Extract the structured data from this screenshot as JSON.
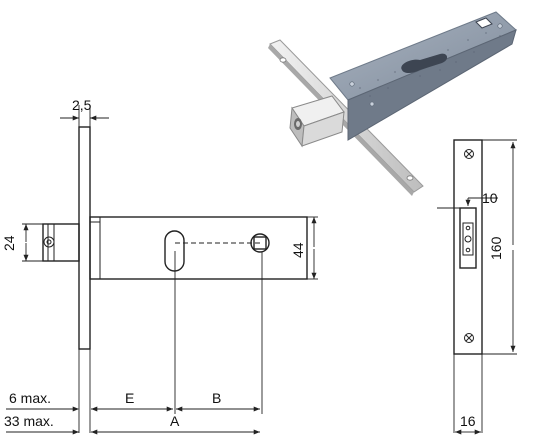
{
  "dimensions": {
    "faceplate_thickness": "2,5",
    "bolt_height": "24",
    "case_height": "44",
    "six_max": "6 max.",
    "thirty_three_max": "33 max.",
    "dim_e": "E",
    "dim_b": "B",
    "dim_a": "A",
    "front_top_offset": "10",
    "front_length": "160",
    "front_width": "16"
  },
  "colors": {
    "line": "#222222",
    "case_metal": "#8f9bab",
    "faceplate_metal": "#dcdcdc",
    "bolt_metal": "#e6e6e6"
  },
  "icons": [
    "screw-icon",
    "square-spindle-icon",
    "key-slot-icon"
  ]
}
